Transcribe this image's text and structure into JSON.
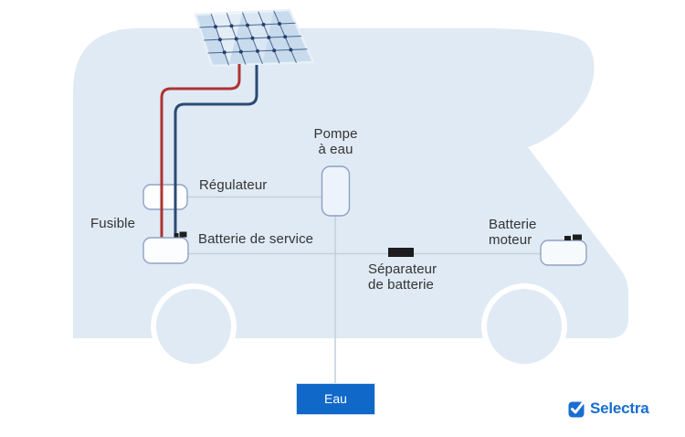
{
  "diagram": {
    "title_context": "Camper van solar / electrical wiring diagram",
    "labels": {
      "fusible": "Fusible",
      "regulateur": "Régulateur",
      "batterie_service": "Batterie de service",
      "pompe_eau": "Pompe\nà eau",
      "separateur": "Séparateur\nde batterie",
      "batterie_moteur": "Batterie\nmoteur",
      "eau": "Eau"
    },
    "components": [
      "solar-panel",
      "fuse-regulator-box",
      "service-battery",
      "water-pump",
      "battery-separator",
      "engine-battery",
      "water-tank"
    ]
  },
  "branding": {
    "logo_text": "Selectra"
  },
  "colors": {
    "van_body": "#dfeaf4",
    "panel_fill": "#c7dbed",
    "panel_grid": "#2e4a78",
    "wire_positive": "#ae3431",
    "wire_negative": "#2b4a74",
    "connector_line": "#c4cfdc",
    "box_stroke": "#8fa2c4",
    "box_fill": "#fbfdff",
    "component_black": "#1d1d1f",
    "accent_blue": "#1068c8",
    "logo_blue": "#1a6dcf",
    "text": "#343434"
  }
}
